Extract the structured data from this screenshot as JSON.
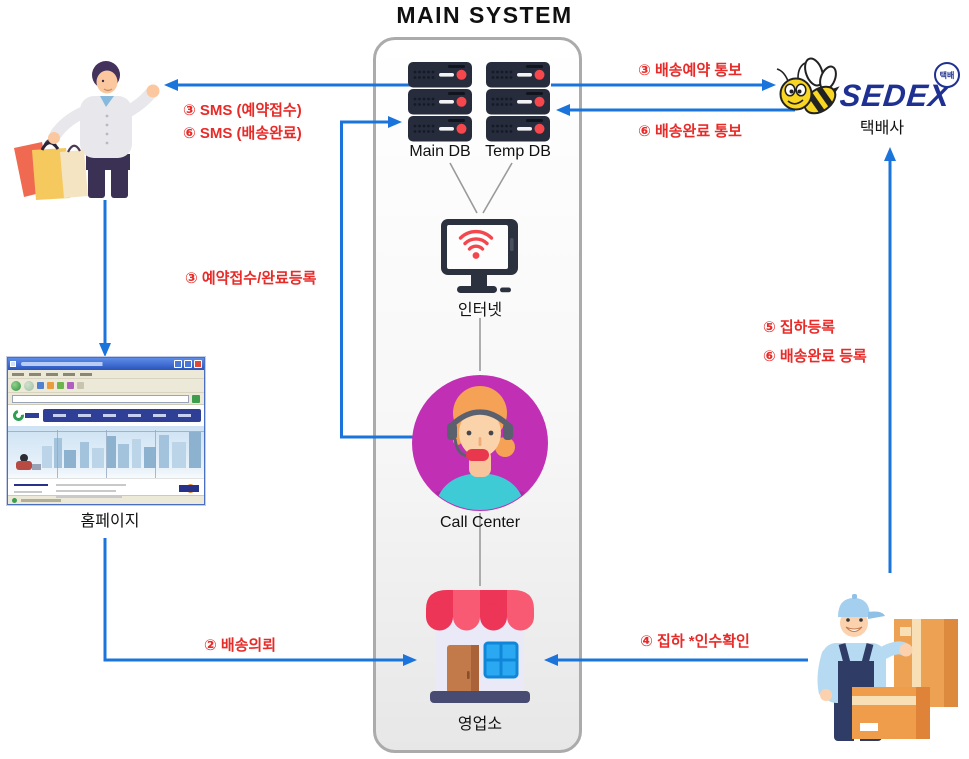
{
  "title": "MAIN SYSTEM",
  "colors": {
    "arrow": "#1b74db",
    "red": "#e72b28",
    "navy": "#1e3091",
    "magenta": "#c130b4",
    "boxborder": "#ababab"
  },
  "nodes": {
    "main_db": {
      "label": "Main DB"
    },
    "temp_db": {
      "label": "Temp DB"
    },
    "internet": {
      "label": "인터넷"
    },
    "call_center": {
      "label": "Call Center"
    },
    "store": {
      "label": "영업소"
    },
    "homepage": {
      "label": "홈페이지"
    },
    "courier": {
      "brand": "SEDEX",
      "badge": "택배",
      "label": "택배사"
    }
  },
  "flows": {
    "sms_receive": "③ SMS (예약접수)",
    "sms_complete": "⑥ SMS (배송완료)",
    "reserve_notice": "③ 배송예약 통보",
    "complete_notice": "⑥ 배송완료 통보",
    "reserve_register": "③ 예약접수/완료등록",
    "delivery_request": "② 배송의뢰",
    "pickup_confirm": "④ 집하  *인수확인",
    "pickup_register": "⑤ 집하등록",
    "complete_register": "⑥ 배송완료 등록"
  }
}
